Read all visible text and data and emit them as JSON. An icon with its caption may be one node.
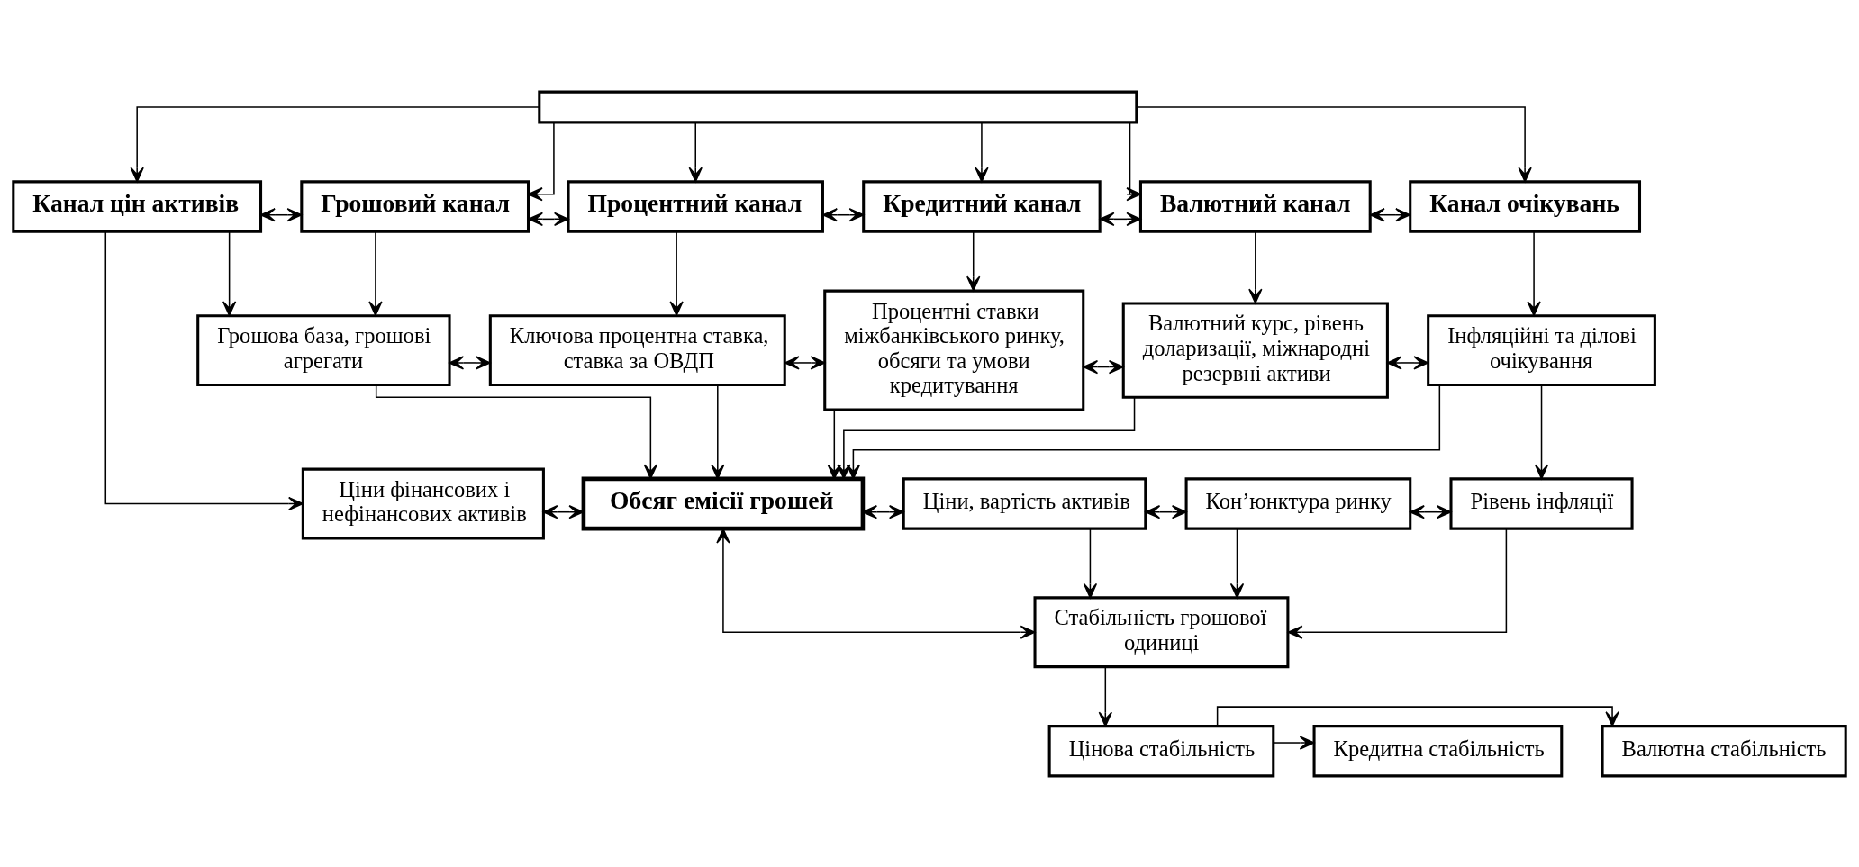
{
  "diagram": {
    "nodes": [
      {
        "text": [],
        "shape": "box"
      },
      {
        "text": [
          "Канал цін активів"
        ]
      },
      {
        "text": [
          "Грошовий канал"
        ]
      },
      {
        "text": [
          "Процентний канал"
        ]
      },
      {
        "text": [
          "Кредитний канал"
        ]
      },
      {
        "text": [
          "Валютний канал"
        ]
      },
      {
        "text": [
          "Канал очікувань"
        ]
      },
      {
        "text": [
          "Грошова база, грошові агрегати"
        ]
      },
      {
        "text": [
          "Ключова процентна ставка, ставка за ОВДП"
        ]
      },
      {
        "text": [
          "Процентні ставки міжбанківського ринку, обсяги та умови кредитування"
        ]
      },
      {
        "text": [
          "Валютний курс, рівень доларизації, міжнародні резервні активи"
        ]
      },
      {
        "text": [
          "Інфляційні та ділові очікування"
        ]
      },
      {
        "text": [
          "Ціни фінансових і нефінансових активів"
        ]
      },
      {
        "text": [
          "Обсяг емісії грошей"
        ]
      },
      {
        "text": [
          "Ціни, вартість активів"
        ]
      },
      {
        "text": [
          "Кон’юнктура ринку"
        ]
      },
      {
        "text": [
          "Рівень інфляції"
        ]
      },
      {
        "text": [
          "Стабільність грошової одиниці"
        ]
      },
      {
        "text": [
          "Цінова стабільність"
        ]
      },
      {
        "text": [
          "Кредитна стабільність"
        ]
      },
      {
        "text": [
          "Валютна стабільність"
        ]
      }
    ],
    "edges": [
      {
        "from": 0,
        "to": 1,
        "arrow": "to"
      },
      {
        "from": 0,
        "to": 2,
        "arrow": "to"
      },
      {
        "from": 0,
        "to": 3,
        "arrow": "to"
      },
      {
        "from": 0,
        "to": 4,
        "arrow": "to"
      },
      {
        "from": 0,
        "to": 5,
        "arrow": "to"
      },
      {
        "from": 0,
        "to": 6,
        "arrow": "to"
      },
      {
        "from": 1,
        "to": 2,
        "arrow": "both"
      },
      {
        "from": 2,
        "to": 3,
        "arrow": "both"
      },
      {
        "from": 3,
        "to": 4,
        "arrow": "both"
      },
      {
        "from": 4,
        "to": 5,
        "arrow": "both"
      },
      {
        "from": 5,
        "to": 6,
        "arrow": "both"
      },
      {
        "from": 2,
        "to": 7,
        "arrow": "to"
      },
      {
        "from": 3,
        "to": 8,
        "arrow": "to"
      },
      {
        "from": 4,
        "to": 9,
        "arrow": "to"
      },
      {
        "from": 5,
        "to": 10,
        "arrow": "to"
      },
      {
        "from": 6,
        "to": 11,
        "arrow": "to"
      },
      {
        "from": 1,
        "to": 7,
        "arrow": "to"
      },
      {
        "from": 1,
        "to": 12,
        "arrow": "to"
      },
      {
        "from": 7,
        "to": 8,
        "arrow": "both"
      },
      {
        "from": 8,
        "to": 9,
        "arrow": "both"
      },
      {
        "from": 9,
        "to": 10,
        "arrow": "both"
      },
      {
        "from": 10,
        "to": 11,
        "arrow": "both"
      },
      {
        "from": 7,
        "to": 13,
        "arrow": "to"
      },
      {
        "from": 8,
        "to": 13,
        "arrow": "to"
      },
      {
        "from": 9,
        "to": 13,
        "arrow": "to"
      },
      {
        "from": 10,
        "to": 13,
        "arrow": "to"
      },
      {
        "from": 11,
        "to": 13,
        "arrow": "to"
      },
      {
        "from": 11,
        "to": 16,
        "arrow": "to"
      },
      {
        "from": 12,
        "to": 13,
        "arrow": "both"
      },
      {
        "from": 13,
        "to": 14,
        "arrow": "both"
      },
      {
        "from": 14,
        "to": 15,
        "arrow": "both"
      },
      {
        "from": 15,
        "to": 16,
        "arrow": "both"
      },
      {
        "from": 13,
        "to": 17,
        "arrow": "both"
      },
      {
        "from": 14,
        "to": 17,
        "arrow": "to"
      },
      {
        "from": 15,
        "to": 17,
        "arrow": "to"
      },
      {
        "from": 16,
        "to": 17,
        "arrow": "to"
      },
      {
        "from": 17,
        "to": 18,
        "arrow": "to"
      },
      {
        "from": 18,
        "to": 19,
        "arrow": "to"
      },
      {
        "from": 18,
        "to": 20,
        "arrow": "to"
      }
    ]
  }
}
